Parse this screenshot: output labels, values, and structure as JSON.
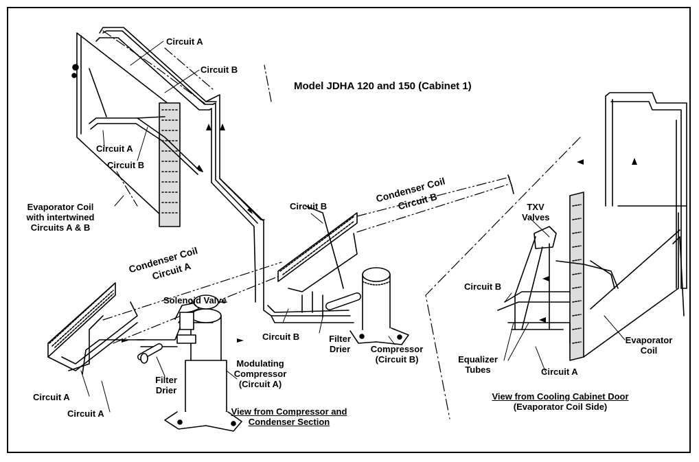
{
  "title": "Model JDHA 120 and  150 (Cabinet 1)",
  "labels": {
    "circuit_a_top": "Circuit A",
    "circuit_b_top": "Circuit B",
    "circuit_a_mid": "Circuit A",
    "circuit_b_mid": "Circuit B",
    "evap_coil_left_1": "Evaporator Coil",
    "evap_coil_left_2": "with intertwined",
    "evap_coil_left_3": "Circuits A & B",
    "condenser_a_1": "Condenser Coil",
    "condenser_a_2": "Circuit A",
    "condenser_b_1": "Condenser Coil",
    "condenser_b_2": "Circuit B",
    "circuit_b_center": "Circuit B",
    "solenoid_valve": "Solenoid Valve",
    "circuit_b_lower": "Circuit B",
    "filter_drier_right_1": "Filter",
    "filter_drier_right_2": "Drier",
    "compressor_b_1": "Compressor",
    "compressor_b_2": "(Circuit B)",
    "mod_comp_1": "Modulating",
    "mod_comp_2": "Compressor",
    "mod_comp_3": "(Circuit A)",
    "filter_drier_left_1": "Filter",
    "filter_drier_left_2": "Drier",
    "circuit_a_bottom_1": "Circuit A",
    "circuit_a_bottom_2": "Circuit A",
    "view_compressor_1": "View from Compressor and",
    "view_compressor_2": "Condenser Section",
    "txv_1": "TXV",
    "txv_2": "Valves",
    "circuit_b_right": "Circuit B",
    "equalizer_1": "Equalizer",
    "equalizer_2": "Tubes",
    "circuit_a_right": "Circuit A",
    "evap_coil_right_1": "Evaporator",
    "evap_coil_right_2": "Coil",
    "view_cabinet_1": "View from Cooling Cabinet Door",
    "view_cabinet_2": "(Evaporator Coil Side)"
  }
}
